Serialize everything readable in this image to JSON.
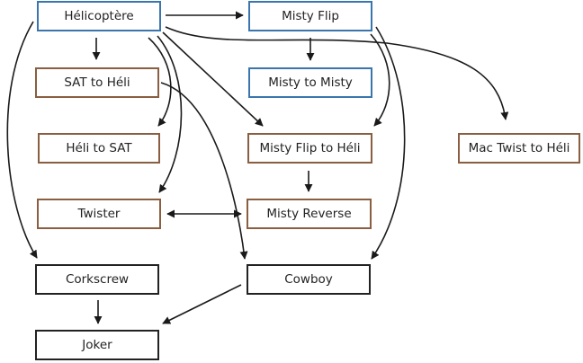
{
  "colors": {
    "blue_border": "#3a76ad",
    "brown_border": "#8a5e40",
    "black_border": "#222222",
    "arrow": "#1a1a1a",
    "text": "#222222"
  },
  "nodes": {
    "helicoptere": {
      "label": "Hélicoptère"
    },
    "misty_flip": {
      "label": "Misty Flip"
    },
    "sat_to_heli": {
      "label": "SAT to Héli"
    },
    "misty_to_misty": {
      "label": "Misty to Misty"
    },
    "heli_to_sat": {
      "label": "Héli to SAT"
    },
    "misty_flip_to_heli": {
      "label": "Misty Flip to Héli"
    },
    "mac_twist_to_heli": {
      "label": "Mac Twist to Héli"
    },
    "twister": {
      "label": "Twister"
    },
    "misty_reverse": {
      "label": "Misty Reverse"
    },
    "corkscrew": {
      "label": "Corkscrew"
    },
    "cowboy": {
      "label": "Cowboy"
    },
    "joker": {
      "label": "Joker"
    }
  },
  "edges": [
    {
      "from": "Hélicoptère",
      "to": "Misty Flip"
    },
    {
      "from": "Hélicoptère",
      "to": "SAT to Héli"
    },
    {
      "from": "Hélicoptère",
      "to": "Corkscrew"
    },
    {
      "from": "Hélicoptère",
      "to": "Héli to SAT"
    },
    {
      "from": "Hélicoptère",
      "to": "Twister"
    },
    {
      "from": "Hélicoptère",
      "to": "Misty Flip to Héli"
    },
    {
      "from": "Hélicoptère",
      "to": "Mac Twist to Héli"
    },
    {
      "from": "Misty Flip",
      "to": "Misty to Misty"
    },
    {
      "from": "Misty Flip",
      "to": "Misty Flip to Héli"
    },
    {
      "from": "Misty Flip",
      "to": "Cowboy"
    },
    {
      "from": "SAT to Héli",
      "to": "Cowboy"
    },
    {
      "from": "Misty Flip to Héli",
      "to": "Misty Reverse"
    },
    {
      "from": "Twister",
      "to": "Misty Reverse",
      "bidirectional": true
    },
    {
      "from": "Corkscrew",
      "to": "Joker"
    },
    {
      "from": "Cowboy",
      "to": "Joker"
    }
  ]
}
